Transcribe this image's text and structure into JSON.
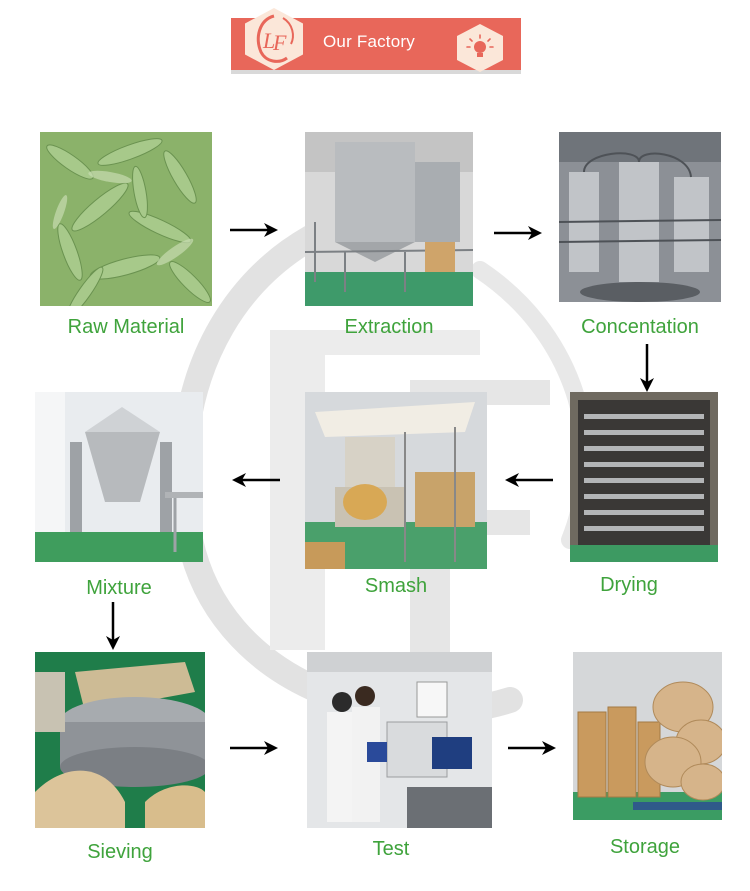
{
  "banner": {
    "title": "Our Factory"
  },
  "steps": [
    {
      "label": "Raw Material"
    },
    {
      "label": "Extraction"
    },
    {
      "label": "Concentation"
    },
    {
      "label": "Drying"
    },
    {
      "label": "Smash"
    },
    {
      "label": "Mixture"
    },
    {
      "label": "Sieving"
    },
    {
      "label": "Test"
    },
    {
      "label": "Storage"
    }
  ],
  "colors": {
    "label_green": "#3fa33c",
    "banner_red": "#e8675a",
    "banner_hex": "#fbe7d9"
  }
}
